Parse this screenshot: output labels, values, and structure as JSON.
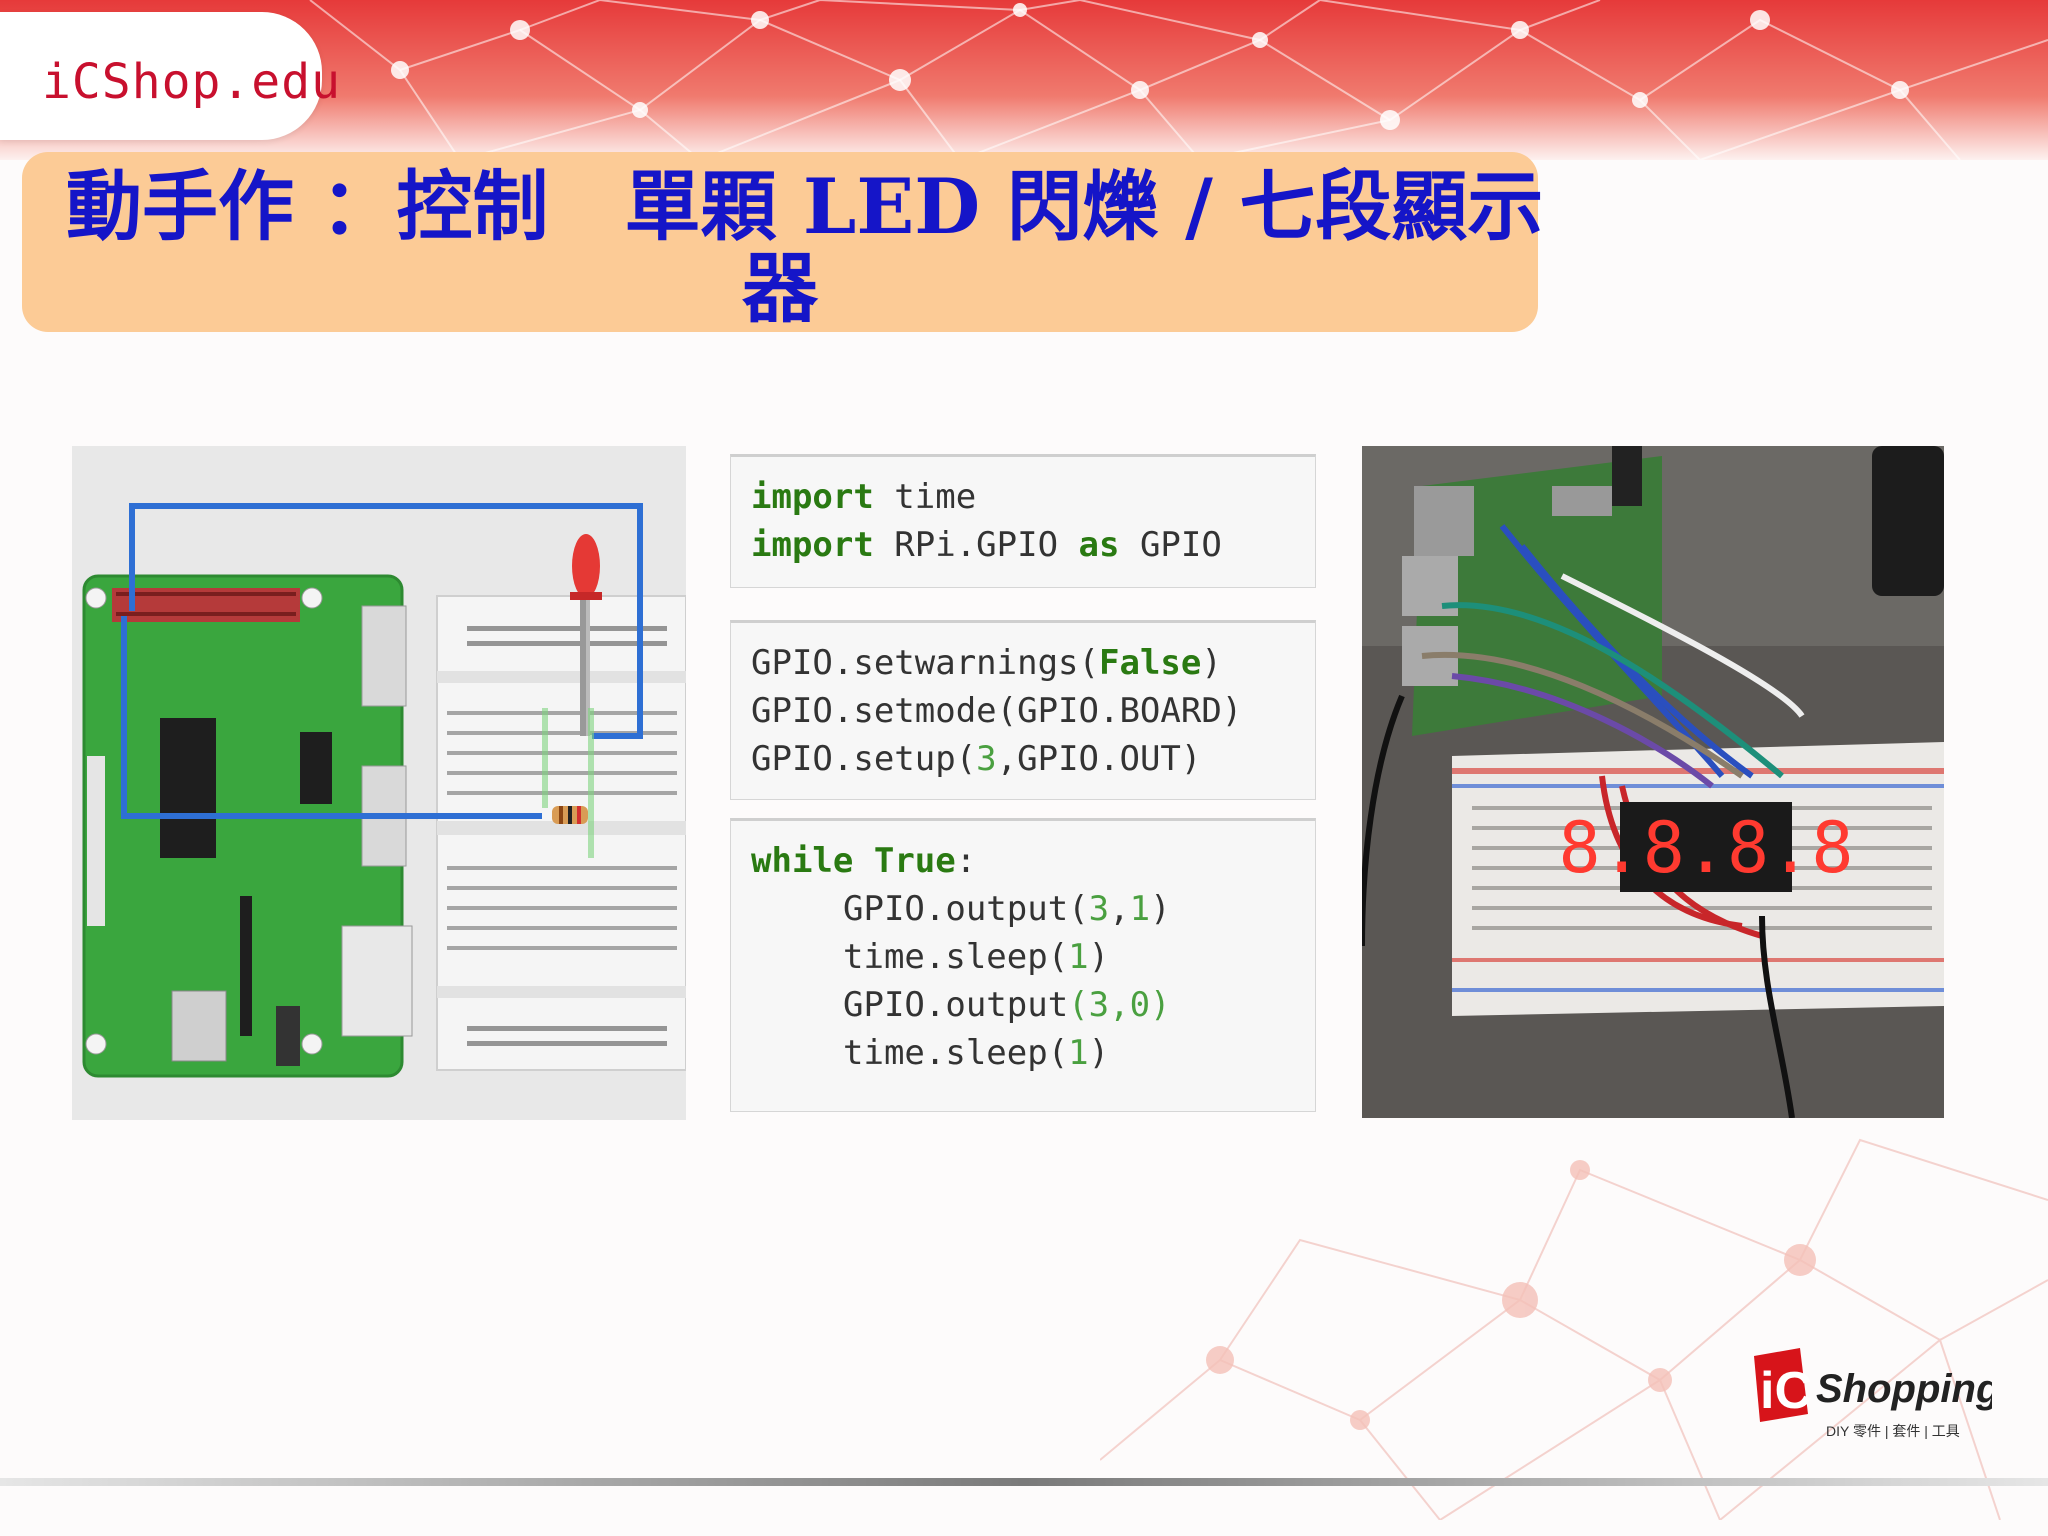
{
  "header": {
    "logo": "iCShop.edu"
  },
  "title": {
    "line1": "動手作 ：控制　單顆 LED 閃爍 / 七段顯示",
    "line2": "器"
  },
  "code": {
    "cell1": [
      "import",
      " time",
      "import",
      " RPi.GPIO ",
      "as",
      " GPIO"
    ],
    "cell2": {
      "line1_pre": "GPIO.setwarnings(",
      "line1_kw": "False",
      "line1_post": ")",
      "line2": "GPIO.setmode(GPIO.BOARD)",
      "line3_pre": "GPIO.setup(",
      "line3_num": "3",
      "line3_post": ",GPIO.OUT)"
    },
    "cell3": {
      "while": "while",
      "true": "True",
      "colon": ":",
      "l1_pre": "GPIO.output(",
      "l1_a": "3",
      "l1_sep": ",",
      "l1_b": "1",
      "l1_post": ")",
      "l2_pre": "time.sleep(",
      "l2_a": "1",
      "l2_post": ")",
      "l3_pre": "GPIO.output",
      "l3_args": "(3,0)",
      "l4_pre": "time.sleep(",
      "l4_a": "1",
      "l4_post": ")"
    }
  },
  "display": {
    "digits": "8.8.8.8"
  },
  "brand": {
    "name": "Shopping",
    "badge": "iC",
    "tagline": "DIY 零件 | 套件 | 工具"
  },
  "colors": {
    "title_bg": "#fccb96",
    "title_text": "#1515c8",
    "logo_red": "#c8102e",
    "code_keyword": "#2a7a12"
  }
}
